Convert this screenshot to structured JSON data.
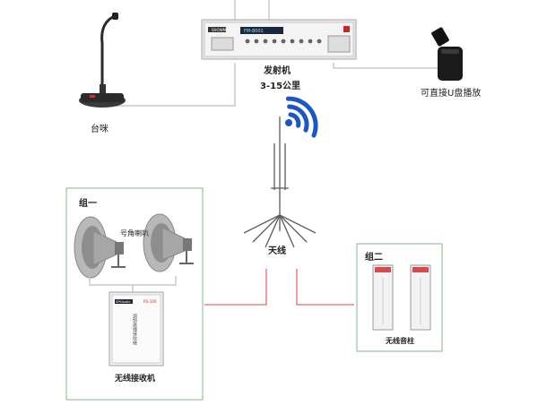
{
  "transmitter": {
    "label": "发射机",
    "range": "3-15公里",
    "panel_brand": "SHOWMAX",
    "panel_model": "FM-8001"
  },
  "microphone": {
    "label": "台咪"
  },
  "usb": {
    "label": "可直接U盘播放"
  },
  "antenna": {
    "label": "天线"
  },
  "group1": {
    "title": "组一",
    "horn_label": "号角喇叭",
    "receiver_label": "无线接收机",
    "receiver_brand": "SPKAudio",
    "receiver_model": "RS-100",
    "receiver_panel_text": "調頻廣播接收機"
  },
  "group2": {
    "title": "组二",
    "column_label": "无线音柱"
  },
  "colors": {
    "group_border": "#7fb88a",
    "connector_gray": "#bdbdbd",
    "signal_red": "#e46a6a",
    "wifi_blue": "#1b56c6"
  }
}
